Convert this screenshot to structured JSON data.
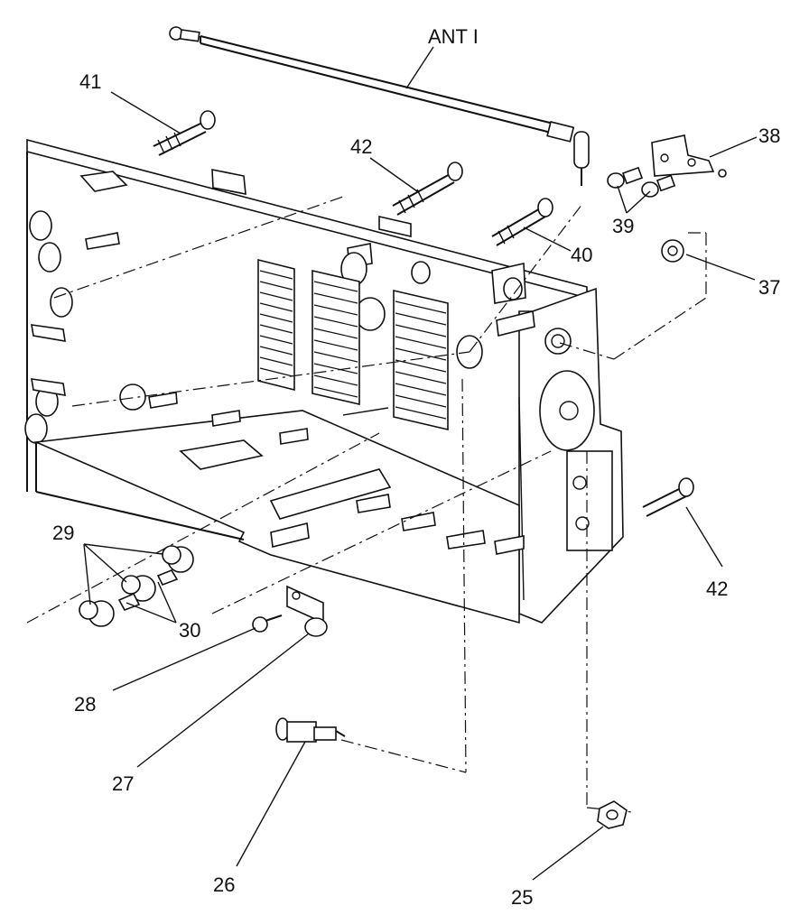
{
  "labels": {
    "ant": "ANT I",
    "p41": "41",
    "p42_top": "42",
    "p38": "38",
    "p39": "39",
    "p40": "40",
    "p37": "37",
    "p29": "29",
    "p30": "30",
    "p42_right": "42",
    "p28": "28",
    "p27": "27",
    "p26": "26",
    "p25": "25"
  }
}
